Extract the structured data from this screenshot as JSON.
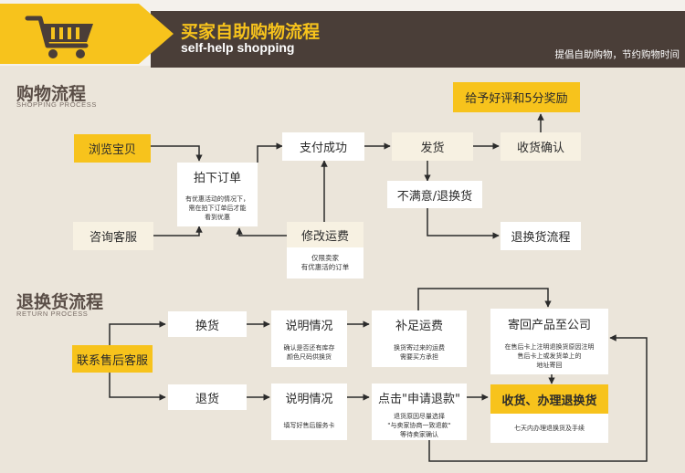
{
  "header": {
    "title": "买家自助购物流程",
    "subtitle": "self-help shopping",
    "slogan": "提倡自助购物，节约购物时间"
  },
  "shopping": {
    "title": "购物流程",
    "subtitle": "SHOPPING PROCESS",
    "browse": "浏览宝贝",
    "consult": "咨询客服",
    "order": "拍下订单",
    "order_note": [
      "有优惠活动的情况下，",
      "需在拍下订单后才能",
      "看到优惠"
    ],
    "pay": "支付成功",
    "modify": "修改运费",
    "modify_note": [
      "仅限卖家",
      "有优惠活的订单"
    ],
    "ship": "发货",
    "confirm": "收货确认",
    "reward": "给予好评和5分奖励",
    "unsatisfied": "不满意/退换货",
    "return_flow": "退换货流程"
  },
  "returns": {
    "title": "退换货流程",
    "subtitle": "RETURN PROCESS",
    "contact": "联系售后客服",
    "exchange": "换货",
    "refund": "退货",
    "explain1": "说明情况",
    "explain1_note": [
      "确认是否还有库存",
      "颜色尺码供换货"
    ],
    "explain2": "说明情况",
    "explain2_note": [
      "填写好售后服务卡"
    ],
    "add_shipping": "补足运费",
    "add_shipping_note": [
      "换货寄过来的运费",
      "需要买方承担"
    ],
    "click_refund": "点击\"申请退款\"",
    "click_refund_note": [
      "退货原因尽量选择",
      "\"与卖家协商一致退款\"",
      "等待卖家确认"
    ],
    "send_back": "寄回产品至公司",
    "send_back_note": [
      "在售后卡上注明退换货原因注明",
      "售后卡上或发货单上的",
      "地址寄回"
    ],
    "receive": "收货、办理退换货",
    "receive_note": [
      "七天内办理退换货及手续"
    ]
  }
}
